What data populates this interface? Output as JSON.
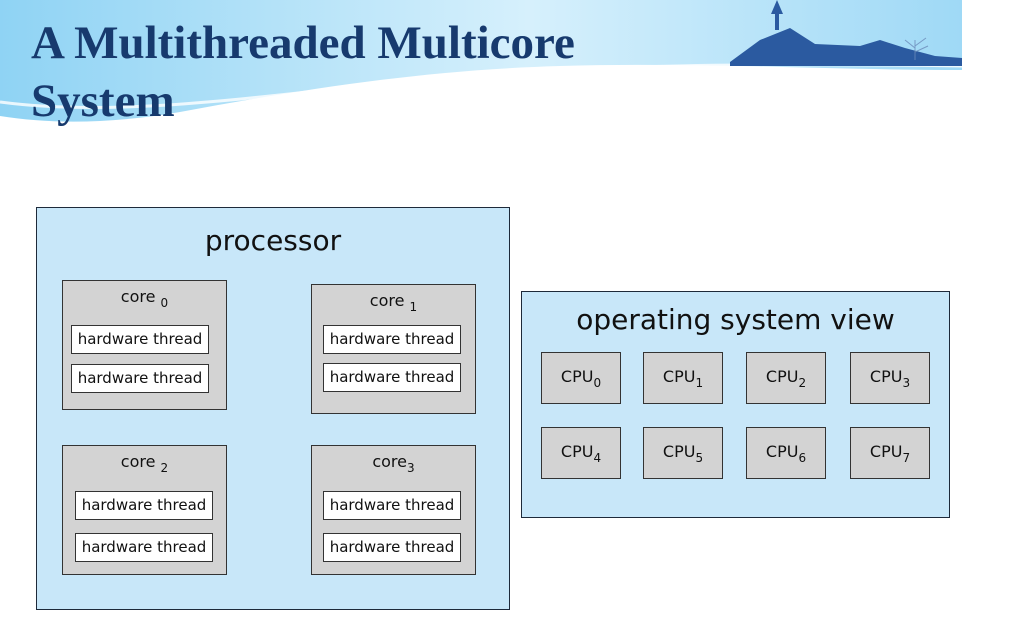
{
  "slide": {
    "title_line1": "A Multithreaded Multicore",
    "title_line2": "System"
  },
  "processor": {
    "label": "processor",
    "cores": [
      {
        "name": "core",
        "index": "0",
        "threads": [
          "hardware thread",
          "hardware thread"
        ]
      },
      {
        "name": "core",
        "index": "1",
        "threads": [
          "hardware thread",
          "hardware thread"
        ]
      },
      {
        "name": "core",
        "index": "2",
        "threads": [
          "hardware thread",
          "hardware thread"
        ]
      },
      {
        "name": "core",
        "index": "3",
        "threads": [
          "hardware thread",
          "hardware thread"
        ]
      }
    ]
  },
  "os_view": {
    "label": "operating system view",
    "cpus": [
      {
        "name": "CPU",
        "index": "0"
      },
      {
        "name": "CPU",
        "index": "1"
      },
      {
        "name": "CPU",
        "index": "2"
      },
      {
        "name": "CPU",
        "index": "3"
      },
      {
        "name": "CPU",
        "index": "4"
      },
      {
        "name": "CPU",
        "index": "5"
      },
      {
        "name": "CPU",
        "index": "6"
      },
      {
        "name": "CPU",
        "index": "7"
      }
    ]
  },
  "colors": {
    "title": "#173a6e",
    "panel_fill": "#c8e7f9",
    "core_fill": "#d3d3d3"
  }
}
